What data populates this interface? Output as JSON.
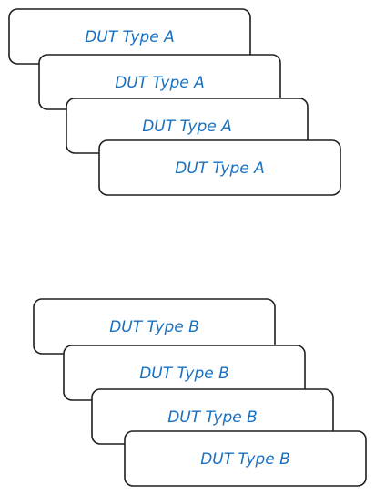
{
  "groups": [
    {
      "id": "type-a",
      "boxes": [
        {
          "label": "DUT Type A"
        },
        {
          "label": "DUT Type A"
        },
        {
          "label": "DUT Type A"
        },
        {
          "label": "DUT Type A"
        }
      ]
    },
    {
      "id": "type-b",
      "boxes": [
        {
          "label": "DUT Type B"
        },
        {
          "label": "DUT Type B"
        },
        {
          "label": "DUT Type B"
        },
        {
          "label": "DUT Type B"
        }
      ]
    }
  ],
  "colors": {
    "stroke": "#1e1e1e",
    "text": "#1971c2",
    "fill": "#ffffff"
  }
}
